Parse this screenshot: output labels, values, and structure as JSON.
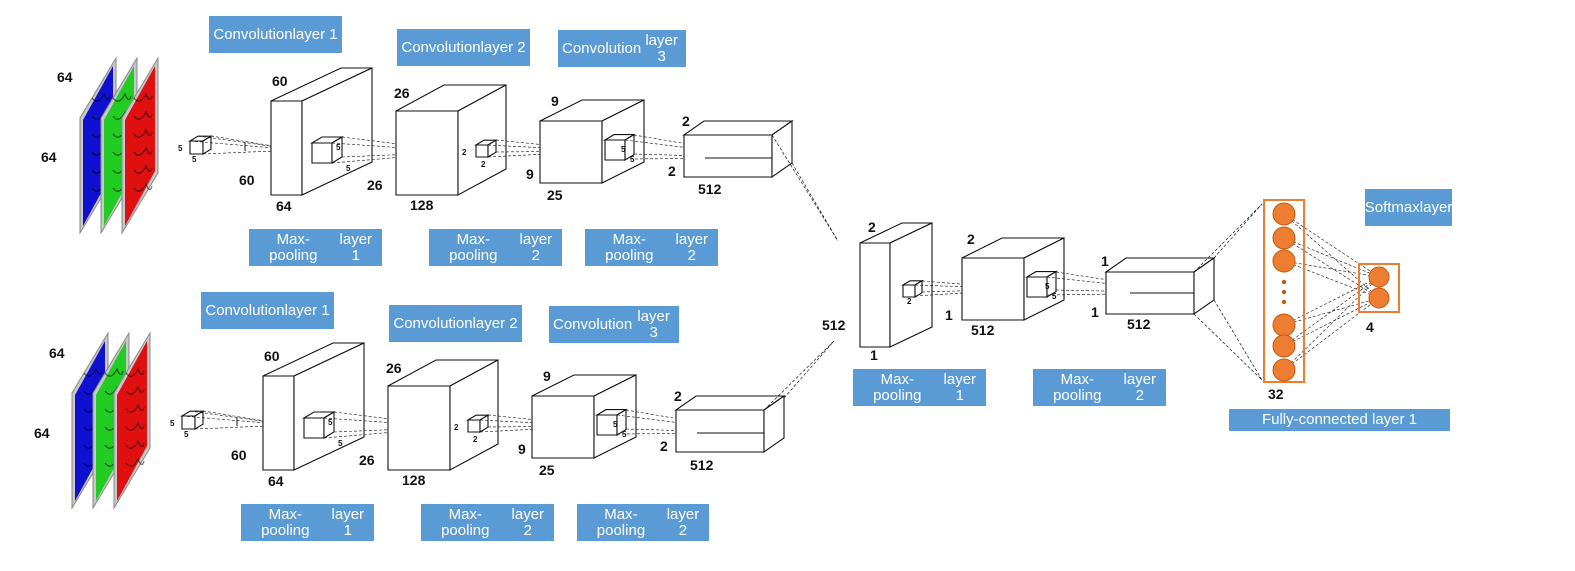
{
  "labels": {
    "conv1_top": [
      "Convolution",
      "layer 1"
    ],
    "conv2_top": [
      "Convolution",
      "layer 2"
    ],
    "conv3_top": [
      "Convolution",
      "layer 3"
    ],
    "pool1_top": [
      "Max-pooling",
      "layer 1"
    ],
    "pool2_top": [
      "Max-pooling",
      "layer 2"
    ],
    "pool3_top": [
      "Max-pooling",
      "layer 2"
    ],
    "conv1_bot": [
      "Convolution",
      "layer 1"
    ],
    "conv2_bot": [
      "Convolution",
      "layer 2"
    ],
    "conv3_bot": [
      "Convolution",
      "layer 3"
    ],
    "pool1_bot": [
      "Max-pooling",
      "layer 1"
    ],
    "pool2_bot": [
      "Max-pooling",
      "layer 2"
    ],
    "pool3_bot": [
      "Max-pooling",
      "layer 2"
    ],
    "merge_pool1": [
      "Max-pooling",
      "layer 1"
    ],
    "merge_pool2": [
      "Max-pooling",
      "layer 2"
    ],
    "softmax": [
      "Softmax",
      "layer"
    ],
    "fc1": [
      "Fully-connected layer 1"
    ]
  },
  "dims": {
    "top": {
      "input_h": "64",
      "input_w": "64",
      "k1a": "5",
      "k1b": "5",
      "c1_top": "60",
      "c1_side": "60",
      "c1_depth": "64",
      "k2a": "5",
      "k2b": "5",
      "p1_depth": "26",
      "c2_top": "26",
      "c2_depth": "128",
      "k3a": "2",
      "k3b": "2",
      "c3_top": "9",
      "c3_side": "9",
      "c3_depth": "25",
      "k4a": "5",
      "k4b": "5",
      "c4_top": "2",
      "c4_side": "2",
      "c4_depth": "512"
    },
    "bottom": {
      "input_h": "64",
      "input_w": "64",
      "k1a": "5",
      "k1b": "5",
      "c1_top": "60",
      "c1_side": "60",
      "c1_depth": "64",
      "k2a": "5",
      "k2b": "5",
      "p1_depth": "26",
      "c2_top": "26",
      "c2_depth": "128",
      "k3a": "2",
      "k3b": "2",
      "c3_top": "9",
      "c3_side": "9",
      "c3_depth": "25",
      "k4a": "5",
      "k4b": "5",
      "c4_top": "2",
      "c4_side": "2",
      "c4_depth": "512"
    },
    "merge": {
      "m1_top": "2",
      "m1_side": "512",
      "m1_bottom": "1",
      "k5": "2",
      "m2_top": "2",
      "m2_side": "1",
      "m2_depth": "512",
      "k6a": "5",
      "k6b": "5",
      "m3_top": "1",
      "m3_side": "1",
      "m3_depth": "512"
    },
    "fc": {
      "fc1_units": "32",
      "out_units": "4"
    }
  },
  "colors": {
    "label_bg": "#5b9bd5",
    "label_text": "#ffffff",
    "neuron_fill": "#ed7d31",
    "neuron_border": "#ed7d31",
    "channel_red": "#e01010",
    "channel_green": "#22cc22",
    "channel_blue": "#1010d0"
  }
}
